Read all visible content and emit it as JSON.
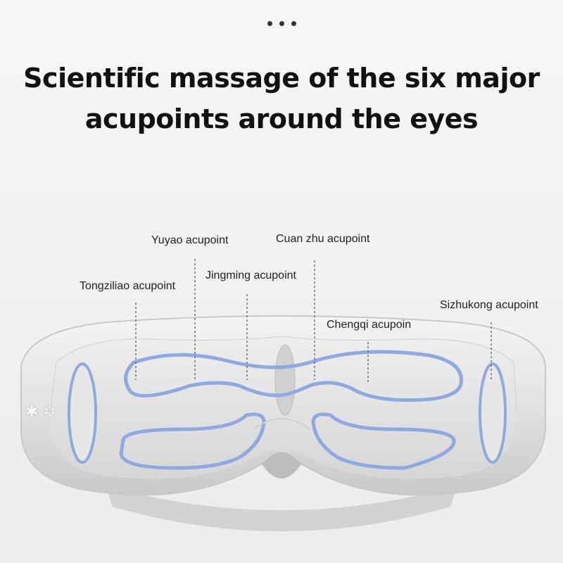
{
  "headline": {
    "line1": "Scientific massage of the six major",
    "line2": "acupoints  around the eyes"
  },
  "labels": {
    "yuyao": "Yuyao  acupoint",
    "cuanzhu": "Cuan zhu  acupoint",
    "tongziliao": "Tongziliao  acupoint",
    "jingming": "Jingming acupoint",
    "sizhukong": "Sizhukong  acupoint",
    "chengqi": "Chengqi acupoin"
  },
  "colors": {
    "accent_blue": "#8fa9e0",
    "device_body": "#dcdcdc",
    "text": "#222222"
  }
}
